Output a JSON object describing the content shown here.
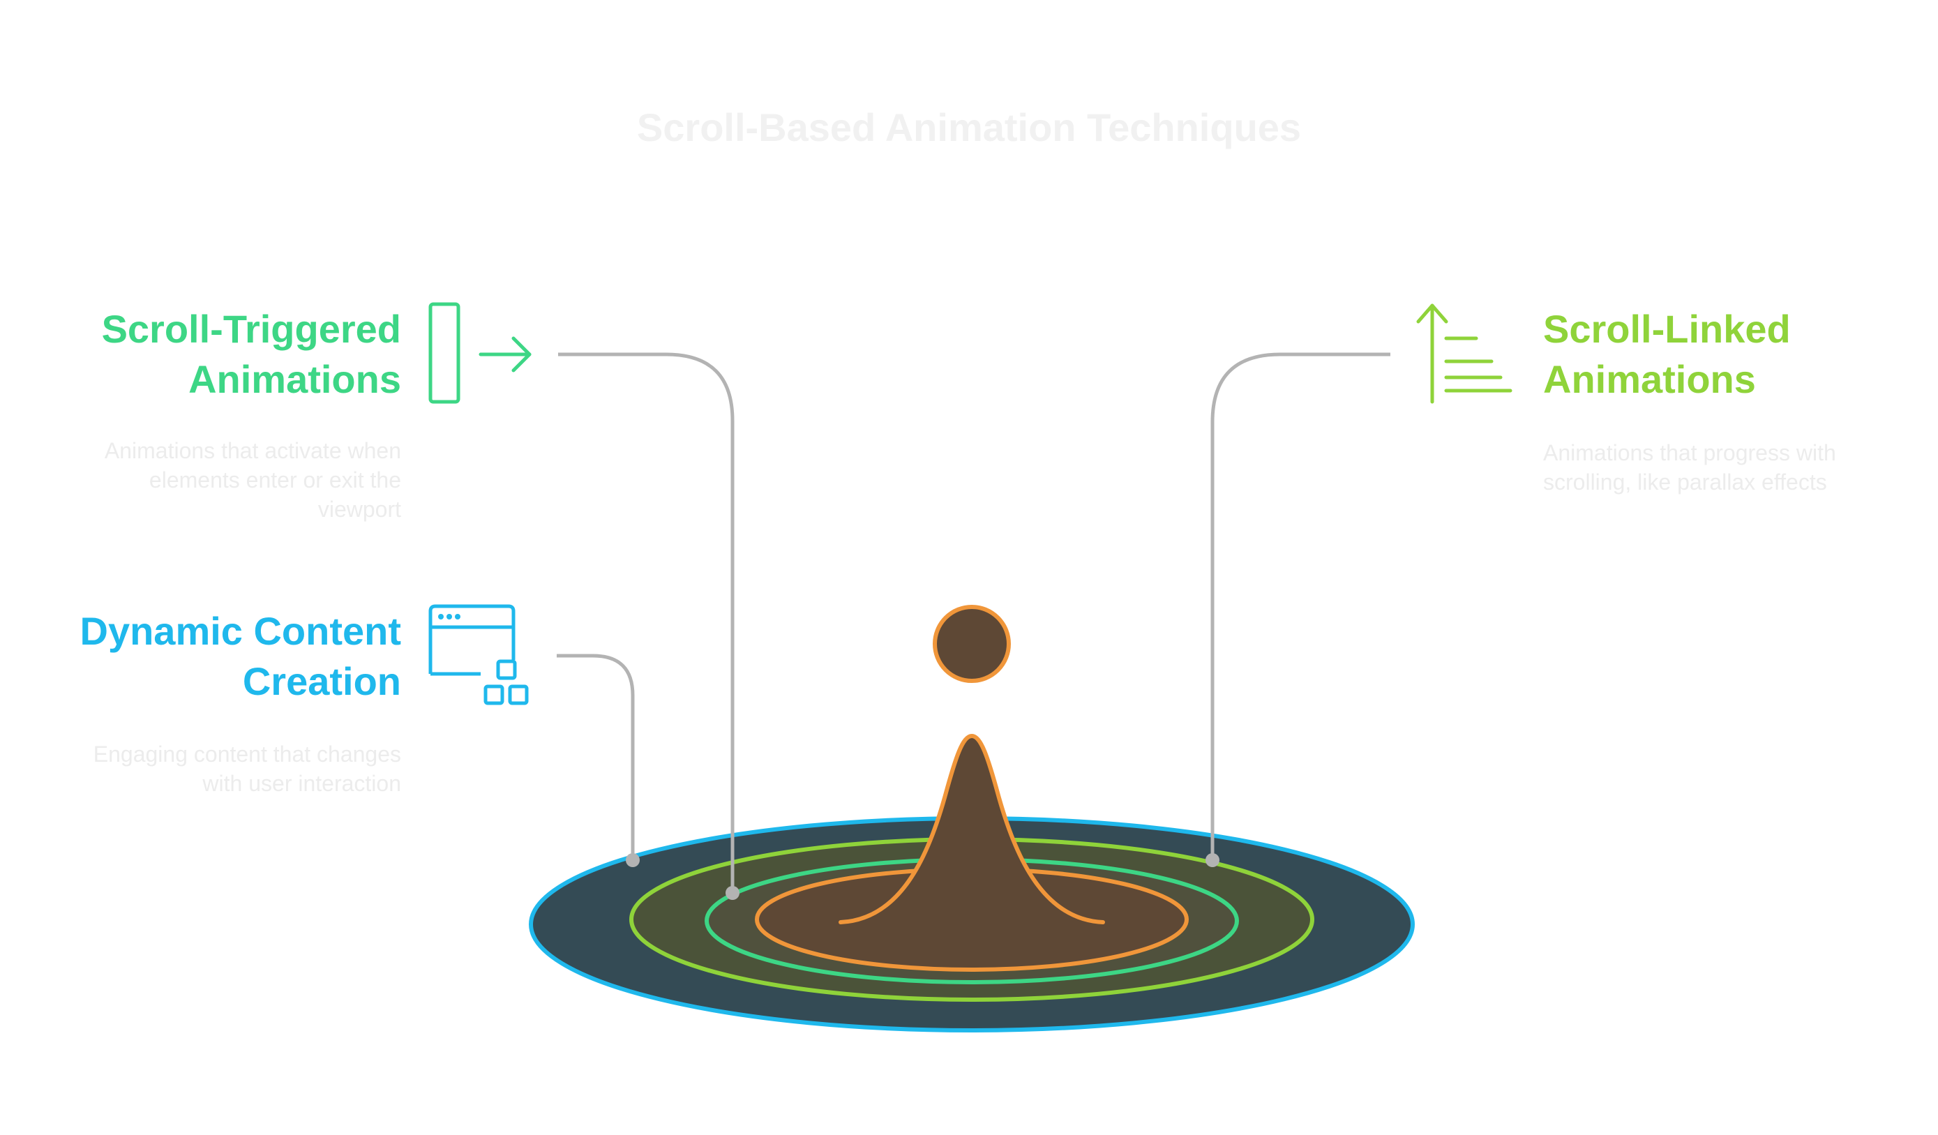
{
  "title": "Scroll-Based Animation Techniques",
  "colors": {
    "green": "#3dd685",
    "lime": "#8fd33a",
    "blue": "#1fb8ec",
    "orange": "#f0963a",
    "brown": "#5e4835",
    "dark_teal": "#344b55",
    "olive": "#4b5339",
    "connector": "#b3b3b3",
    "description": "#ececec"
  },
  "items": [
    {
      "id": "scroll-triggered",
      "heading_lines": [
        "Scroll-Triggered",
        "Animations"
      ],
      "description_lines": [
        "Animations that activate when",
        "elements enter or exit the",
        "viewport"
      ],
      "icon": "scroll-bar-arrow-icon"
    },
    {
      "id": "dynamic-content",
      "heading_lines": [
        "Dynamic Content",
        "Creation"
      ],
      "description_lines": [
        "Engaging content that changes",
        "with user interaction"
      ],
      "icon": "browser-blocks-icon"
    },
    {
      "id": "scroll-linked",
      "heading_lines": [
        "Scroll-Linked",
        "Animations"
      ],
      "description_lines": [
        "Animations that progress with",
        "scrolling, like parallax effects"
      ],
      "icon": "up-arrow-list-icon"
    }
  ]
}
